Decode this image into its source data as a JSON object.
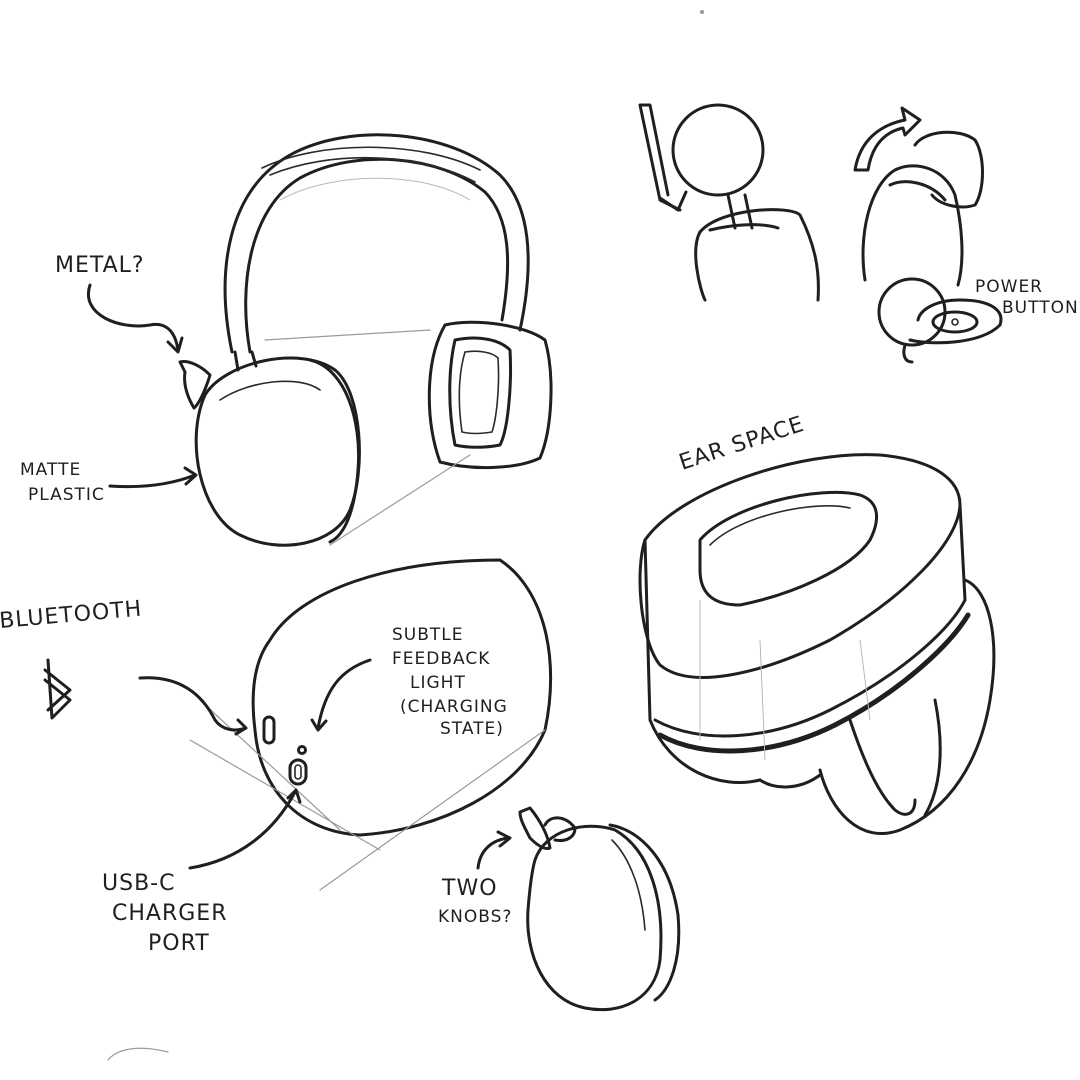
{
  "annotations": {
    "metal": "METAL?",
    "matte_plastic_1": "MATTE",
    "matte_plastic_2": "PLASTIC",
    "bluetooth": "BLUETOOTH",
    "feedback_1": "SUBTLE",
    "feedback_2": "FEEDBACK",
    "feedback_3": "LIGHT",
    "feedback_4": "(CHARGING",
    "feedback_5": "STATE)",
    "usb_1": "USB-C",
    "usb_2": "CHARGER",
    "usb_3": "PORT",
    "ear_space": "EAR SPACE",
    "knobs_1": "TWO",
    "knobs_2": "KNOBS?",
    "power_1": "POWER",
    "power_2": "BUTTON?"
  },
  "colors": {
    "ink": "#1f1f1f",
    "paper": "#ffffff",
    "shade": "#b8b8b8"
  },
  "icons": [
    "bluetooth-icon",
    "rotate-arrow-icon",
    "press-arrow-icon"
  ]
}
